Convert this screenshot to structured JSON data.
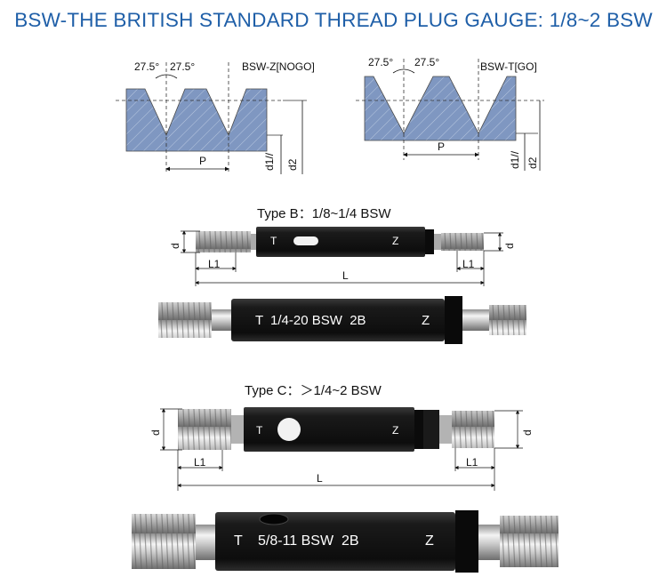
{
  "title": "BSW-THE BRITISH STANDARD THREAD PLUG GAUGE: 1/8~2 BSW",
  "profiles": {
    "nogo": {
      "angle_left": "27.5°",
      "angle_right": "27.5°",
      "name": "BSW-Z",
      "tag": "[NOGO]",
      "pitch_label": "P",
      "d1_label": "d1",
      "d2_label": "d2",
      "tol_mark": "//"
    },
    "go": {
      "angle_left": "27.5°",
      "angle_right": "27.5°",
      "name": "BSW-T",
      "tag": "[GO]",
      "pitch_label": "P",
      "d1_label": "d1",
      "d2_label": "d2",
      "tol_mark": "//"
    }
  },
  "type_b": {
    "heading": "Type B：1/8~1/4 BSW",
    "drawing": {
      "t_mark": "T",
      "z_mark": "Z",
      "d_label": "d",
      "l1_label": "L1",
      "l_label": "L"
    },
    "photo": {
      "t_mark": "T",
      "marking": "1/4-20 BSW  2B",
      "z_mark": "Z"
    }
  },
  "type_c": {
    "heading": "Type C：＞1/4~2 BSW",
    "drawing": {
      "t_mark": "T",
      "z_mark": "Z",
      "d_label": "d",
      "l1_label": "L1",
      "l_label": "L"
    },
    "photo": {
      "t_mark": "T",
      "marking": "5/8-11 BSW  2B",
      "z_mark": "Z"
    }
  },
  "colors": {
    "title_blue": "#1f5fa8",
    "profile_fill": "#7f97c1",
    "body_black": "#151515"
  }
}
